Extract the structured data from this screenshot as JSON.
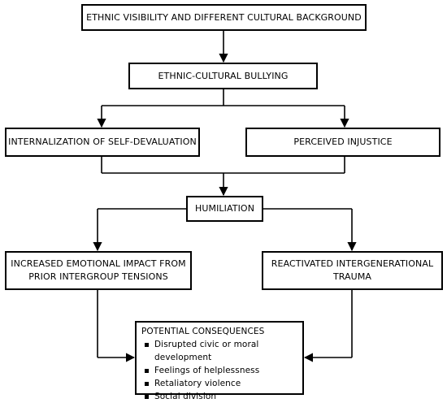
{
  "boxes": {
    "ethnic_visibility": "ETHNIC VISIBILITY AND DIFFERENT CULTURAL BACKGROUND",
    "bullying": "ETHNIC-CULTURAL BULLYING",
    "internalization": "INTERNALIZATION OF SELF-DEVALUATION",
    "injustice": "PERCEIVED INJUSTICE",
    "humiliation": "HUMILIATION",
    "emotional_impact": "INCREASED EMOTIONAL IMPACT FROM PRIOR INTERGROUP TENSIONS",
    "trauma": "REACTIVATED INTERGENERATIONAL TRAUMA"
  },
  "consequences": {
    "title": "POTENTIAL CONSEQUENCES",
    "items": [
      "Disrupted civic or moral development",
      "Feelings of helplessness",
      "Retaliatory violence",
      "Social division"
    ]
  },
  "colors": {
    "line": "#000000",
    "box_border": "#000000",
    "background": "#ffffff"
  }
}
